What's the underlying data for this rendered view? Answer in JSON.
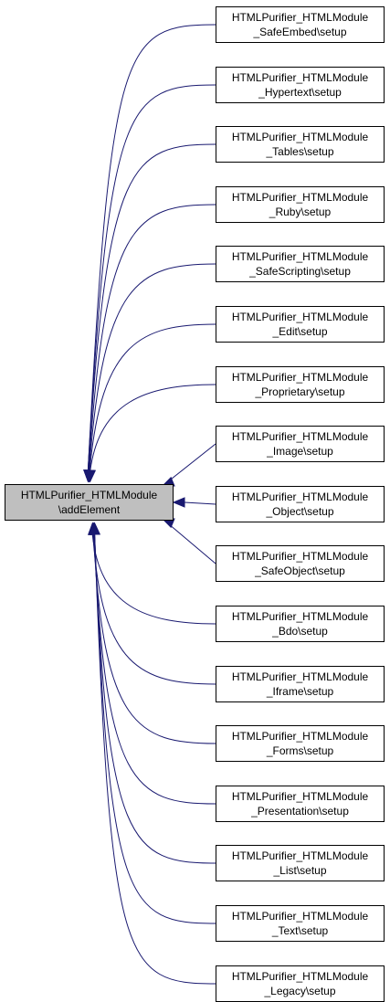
{
  "target": {
    "line1": "HTMLPurifier_HTMLModule",
    "line2": "\\addElement"
  },
  "callers": [
    {
      "line1": "HTMLPurifier_HTMLModule",
      "line2": "_SafeEmbed\\setup"
    },
    {
      "line1": "HTMLPurifier_HTMLModule",
      "line2": "_Hypertext\\setup"
    },
    {
      "line1": "HTMLPurifier_HTMLModule",
      "line2": "_Tables\\setup"
    },
    {
      "line1": "HTMLPurifier_HTMLModule",
      "line2": "_Ruby\\setup"
    },
    {
      "line1": "HTMLPurifier_HTMLModule",
      "line2": "_SafeScripting\\setup"
    },
    {
      "line1": "HTMLPurifier_HTMLModule",
      "line2": "_Edit\\setup"
    },
    {
      "line1": "HTMLPurifier_HTMLModule",
      "line2": "_Proprietary\\setup"
    },
    {
      "line1": "HTMLPurifier_HTMLModule",
      "line2": "_Image\\setup"
    },
    {
      "line1": "HTMLPurifier_HTMLModule",
      "line2": "_Object\\setup"
    },
    {
      "line1": "HTMLPurifier_HTMLModule",
      "line2": "_SafeObject\\setup"
    },
    {
      "line1": "HTMLPurifier_HTMLModule",
      "line2": "_Bdo\\setup"
    },
    {
      "line1": "HTMLPurifier_HTMLModule",
      "line2": "_Iframe\\setup"
    },
    {
      "line1": "HTMLPurifier_HTMLModule",
      "line2": "_Forms\\setup"
    },
    {
      "line1": "HTMLPurifier_HTMLModule",
      "line2": "_Presentation\\setup"
    },
    {
      "line1": "HTMLPurifier_HTMLModule",
      "line2": "_List\\setup"
    },
    {
      "line1": "HTMLPurifier_HTMLModule",
      "line2": "_Text\\setup"
    },
    {
      "line1": "HTMLPurifier_HTMLModule",
      "line2": "_Legacy\\setup"
    }
  ],
  "colors": {
    "edge": "#191970",
    "target_fill": "#bfbfbf",
    "node_border": "#000000"
  }
}
